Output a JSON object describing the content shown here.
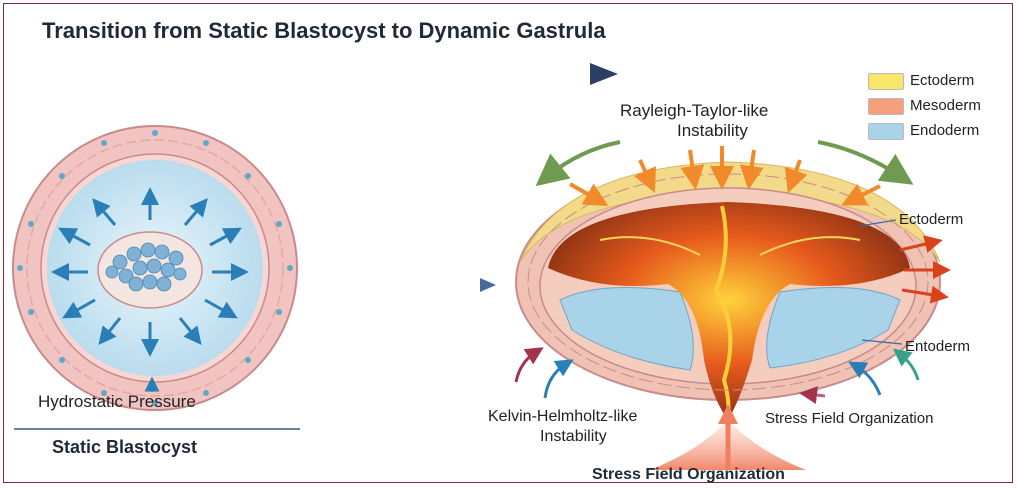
{
  "title": "Transition from Static Blastocyst to Dynamic Gastrula",
  "left_panel": {
    "pressure_label": "Hydrostatic Pressure",
    "caption": "Static Blastocyst"
  },
  "right_panel": {
    "instability_top_line1": "Rayleigh-Taylor-like",
    "instability_top_line2": "Instability",
    "ectoderm_label": "Ectoderm",
    "entoderm_label": "Entoderm",
    "instability_bottom_line1": "Kelvin-Helmholtz-like",
    "instability_bottom_line2": "Instability",
    "stress_label_right": "Stress Field Organization",
    "stress_label_bottom": "Stress Field Organization"
  },
  "legend": [
    {
      "label": "Ectoderm",
      "color": "#f7e66a"
    },
    {
      "label": "Mesoderm",
      "color": "#f5a07a"
    },
    {
      "label": "Endoderm",
      "color": "#a9d3e8"
    }
  ],
  "colors": {
    "arrow_dark": "#2c3e63",
    "membrane": "#f1c4c2",
    "cavity": "#cfe8f3",
    "inner_cells": "#7fb2d6",
    "pressure_arrows": "#2a7fb8",
    "lava": "#d94a1c",
    "ectoderm_band": "#f3d98a",
    "green_arrow": "#6f9a4f"
  }
}
